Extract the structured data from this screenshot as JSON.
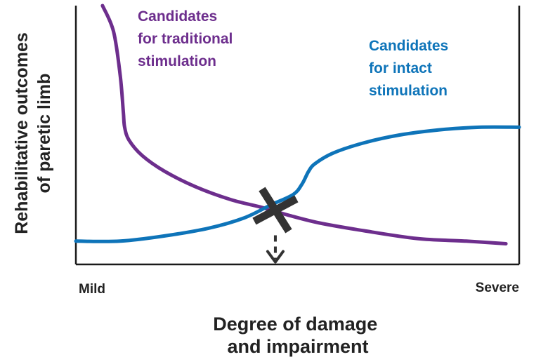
{
  "chart_data": {
    "type": "line",
    "title": "",
    "xlabel": [
      "Degree of damage",
      "and impairment"
    ],
    "ylabel": [
      "Rehabilitative outcomes",
      "of paretic limb"
    ],
    "x_tick_labels": {
      "left": "Mild",
      "right": "Severe"
    },
    "xlim": [
      0,
      1
    ],
    "ylim": [
      0,
      1
    ],
    "grid": false,
    "crossover_marker": {
      "symbol": "X",
      "x": 0.45,
      "y": 0.21,
      "arrow": "dashed-down"
    },
    "series": [
      {
        "name": [
          "Candidates",
          "for traditional",
          "stimulation"
        ],
        "color": "#6d2e8d",
        "x": [
          0.06,
          0.085,
          0.1,
          0.107,
          0.11,
          0.12,
          0.15,
          0.2,
          0.27,
          0.35,
          0.42,
          0.48,
          0.55,
          0.65,
          0.77,
          0.88,
          0.97
        ],
        "y": [
          1.0,
          0.9,
          0.73,
          0.59,
          0.53,
          0.48,
          0.42,
          0.36,
          0.3,
          0.25,
          0.22,
          0.19,
          0.16,
          0.13,
          0.1,
          0.09,
          0.08
        ]
      },
      {
        "name": [
          "Candidates",
          "for intact",
          "stimulation"
        ],
        "color": "#0e74b9",
        "x": [
          0.0,
          0.1,
          0.2,
          0.3,
          0.38,
          0.44,
          0.49,
          0.51,
          0.525,
          0.54,
          0.58,
          0.65,
          0.73,
          0.82,
          0.91,
          1.0
        ],
        "y": [
          0.09,
          0.09,
          0.11,
          0.14,
          0.18,
          0.23,
          0.27,
          0.31,
          0.36,
          0.39,
          0.43,
          0.47,
          0.5,
          0.52,
          0.53,
          0.53
        ]
      }
    ]
  }
}
